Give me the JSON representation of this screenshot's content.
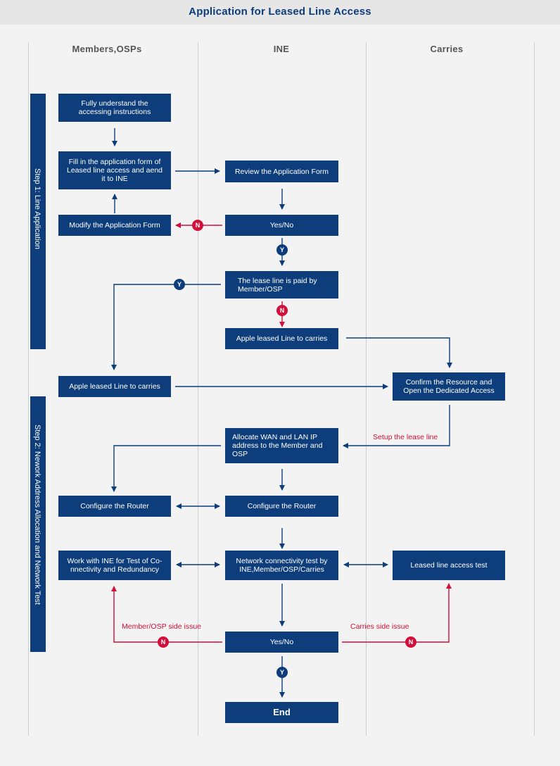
{
  "title": "Application for Leased Line Access",
  "lanes": [
    "Members,OSPs",
    "INE",
    "Carries"
  ],
  "steps": [
    "Step 1: Line Application",
    "Step 2: Nework Address Allocation and Network Test"
  ],
  "boxes": {
    "understand": "Fully understand the accessing instructions",
    "fill_form": "Fill in the application form of Leased line access and aend it to INE",
    "review": "Review the Application Form",
    "modify": "Modify the Application Form",
    "yesno1": "Yes/No",
    "paid_by": "The lease line is paid by Member/OSP",
    "apple_ine": "Apple leased Line to carries",
    "apple_member": "Apple leased Line to carries",
    "confirm": "Confirm the Resource and Open the Dedicated Access",
    "allocate": "Allocate WAN and LAN IP address to the Member and OSP",
    "router_member": "Configure the Router",
    "router_ine": "Configure the Router",
    "work_ine": "Work with INE for Test of Co-nnectivity and Redundancy",
    "net_test": "Network connectivity test by INE,Member/OSP/Carries",
    "leased_test": "Leased line access test",
    "yesno2": "Yes/No",
    "end": "End"
  },
  "labels": {
    "setup": "Setup the lease line",
    "member_issue": "Member/OSP side issue",
    "carries_issue": "Carries side issue"
  },
  "badges": {
    "no": "N",
    "yes": "Y"
  },
  "colors": {
    "box": "#0d3d7a",
    "red": "#d0103a",
    "title": "#0d3d7a"
  }
}
